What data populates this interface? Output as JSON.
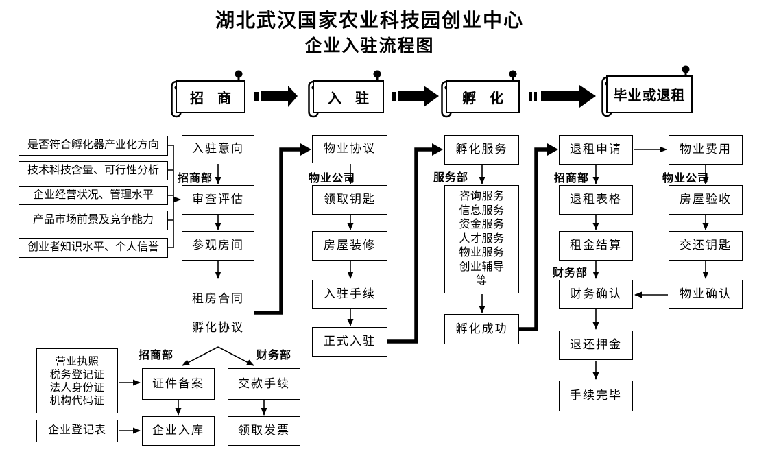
{
  "colors": {
    "ink": "#000000",
    "paper": "#ffffff"
  },
  "title": {
    "line1": "湖北武汉国家农业科技园创业中心",
    "line2": "企业入驻流程图"
  },
  "banners": [
    {
      "label": "招　商"
    },
    {
      "label": "入　驻"
    },
    {
      "label": "孵　化"
    },
    {
      "label": "毕业或退租"
    }
  ],
  "criteria": [
    {
      "label": "是否符合孵化器产业化方向"
    },
    {
      "label": "技术科技含量、可行性分析"
    },
    {
      "label": "企业经营状况、管理水平"
    },
    {
      "label": "产品市场前景及竞争能力"
    },
    {
      "label": "创业者知识水平、个人信誉"
    }
  ],
  "labels": {
    "dept_marketing_1": "招商部",
    "dept_property_1": "物业公司",
    "dept_service": "服务部",
    "dept_marketing_2": "招商部",
    "dept_finance_1": "财务部",
    "dept_property_2": "物业公司",
    "dept_marketing_3": "招商部",
    "dept_finance_2": "财务部"
  },
  "nodes": {
    "intent": "入驻意向",
    "review": "审查评估",
    "visit": "参观房间",
    "contract": "租房合同\n孵化协议",
    "docs": "营业执照\n税务登记证\n法人身份证\n机构代码证",
    "reg_form": "企业登记表",
    "filing": "证件备案",
    "warehouse": "企业入库",
    "payment": "交款手续",
    "invoice": "领取发票",
    "property_agreement": "物业协议",
    "get_keys": "领取钥匙",
    "renovation": "房屋装修",
    "checkin_procedure": "入驻手续",
    "official_checkin": "正式入驻",
    "incubation_service": "孵化服务",
    "service_list": "咨询服务\n信息服务\n资金服务\n人才服务\n物业服务\n创业辅导\n等",
    "incubation_success": "孵化成功",
    "termination_request": "退租申请",
    "termination_form": "退租表格",
    "rent_settlement": "租金结算",
    "finance_confirm": "财务确认",
    "deposit_refund": "退还押金",
    "procedure_complete": "手续完毕",
    "property_fee": "物业费用",
    "house_inspection": "房屋验收",
    "return_keys": "交还钥匙",
    "property_confirm": "物业确认"
  }
}
